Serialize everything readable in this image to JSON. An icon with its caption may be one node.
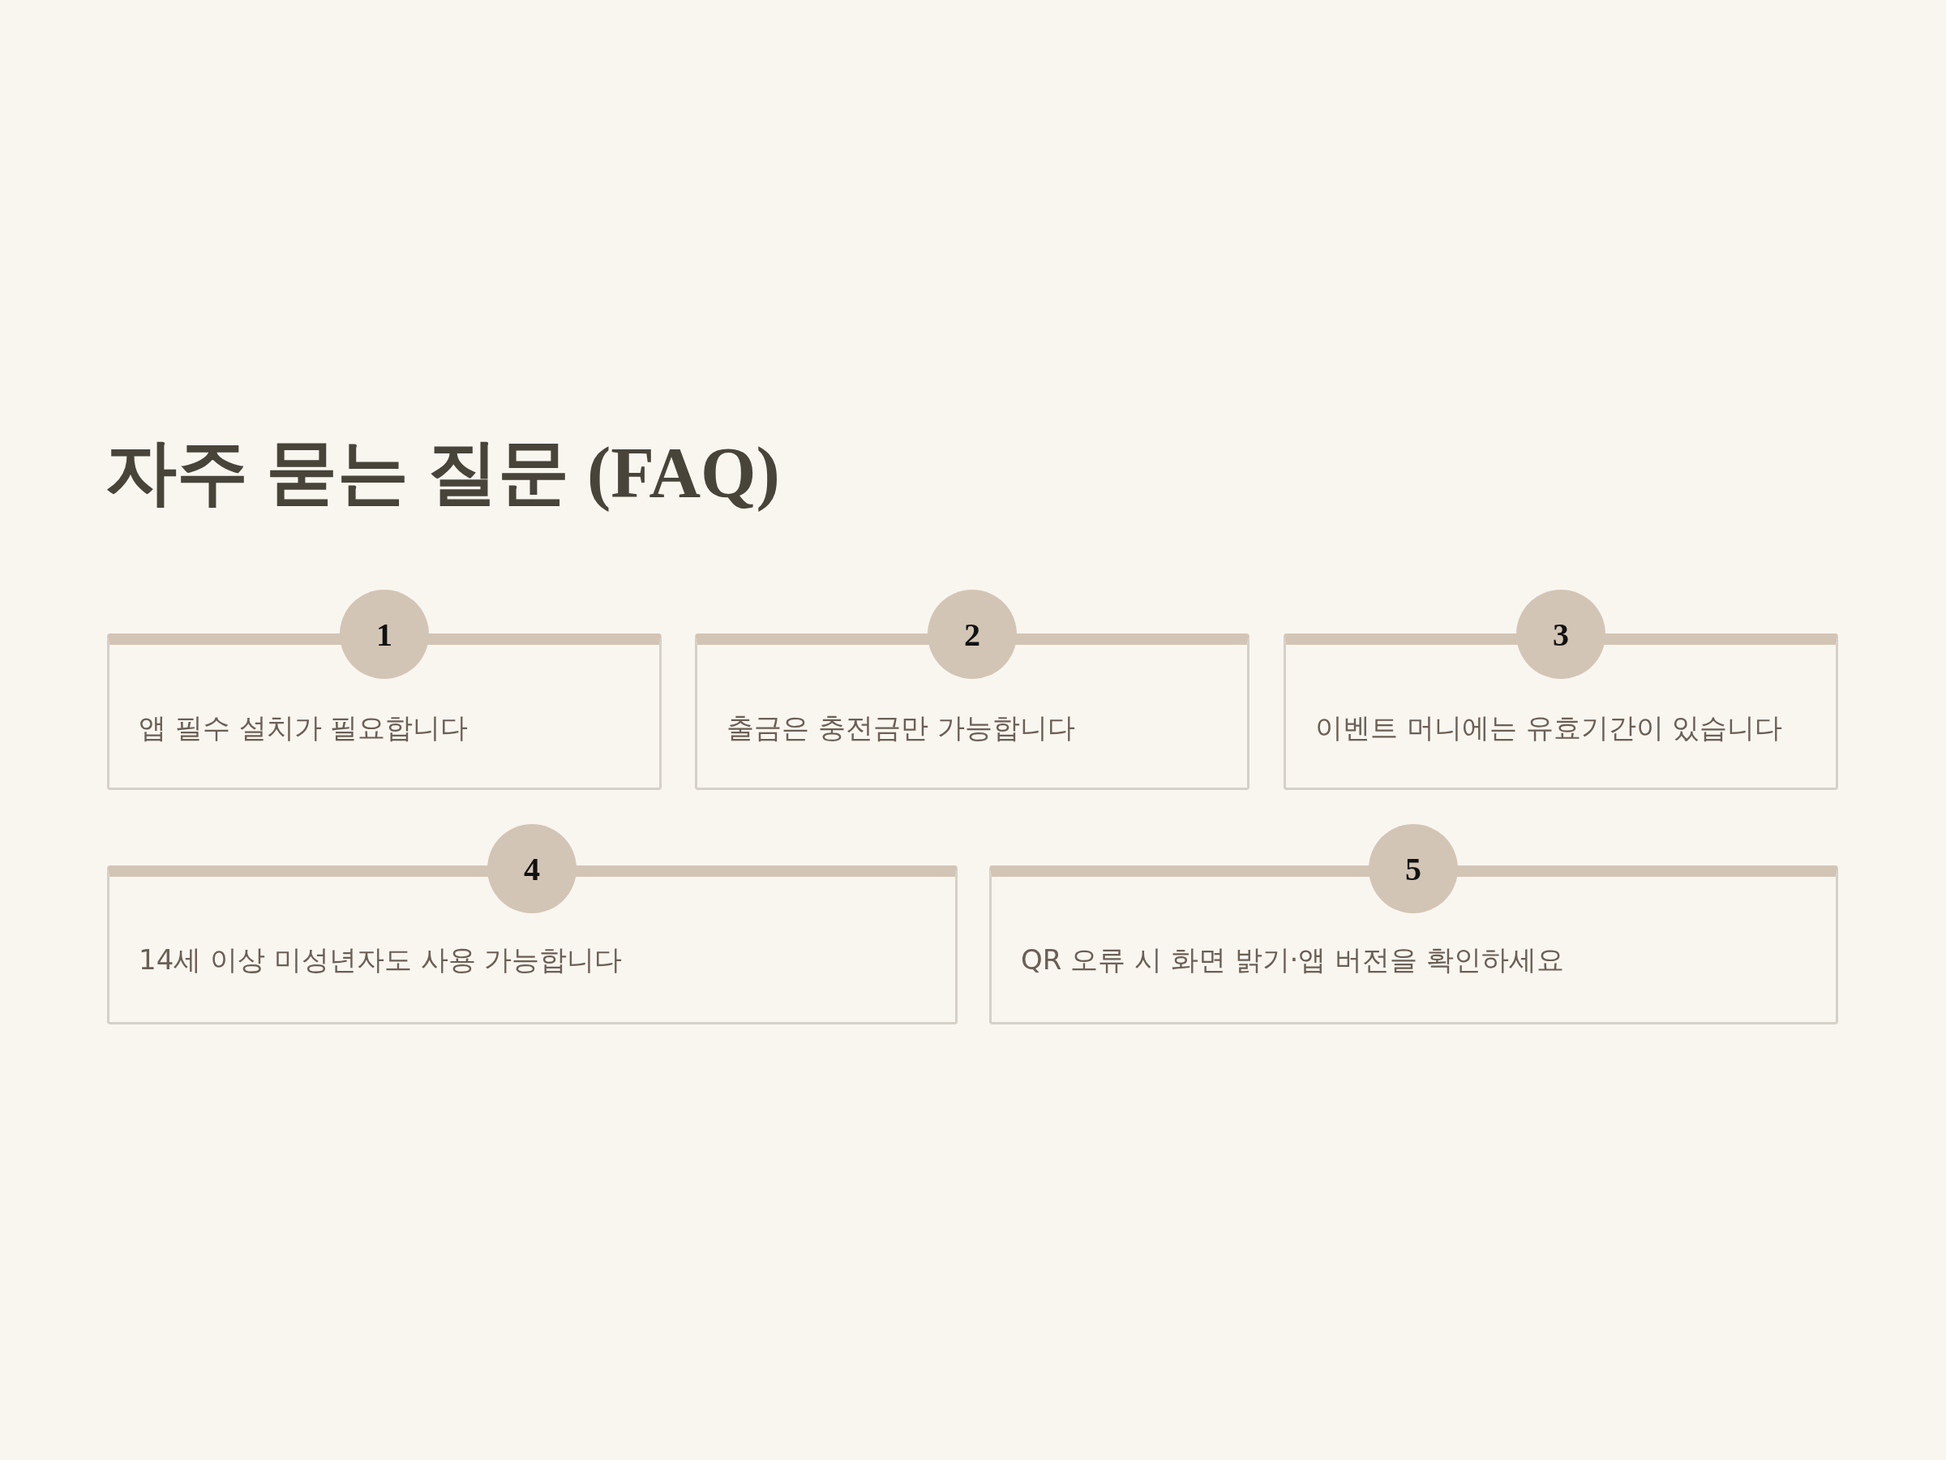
{
  "diagram": {
    "title": "자주 묻는 질문 (FAQ)",
    "nodes": [
      {
        "text": [
          "앱 필수 설치가 필요합니다"
        ]
      },
      {
        "text": [
          "1"
        ]
      },
      {
        "text": [
          "출금은 충전금만 가능합니다"
        ]
      },
      {
        "text": [
          "2"
        ]
      },
      {
        "text": [
          "이벤트 머니에는 유효기간이 있습니다"
        ]
      },
      {
        "text": [
          "3"
        ]
      },
      {
        "text": [
          "14세 이상 미성년자도 사용 가능합니다"
        ]
      },
      {
        "text": [
          "4"
        ]
      },
      {
        "text": [
          "QR 오류 시 화면 밝기·앱 버전을 확인하세요"
        ]
      },
      {
        "text": [
          "5"
        ]
      }
    ]
  }
}
